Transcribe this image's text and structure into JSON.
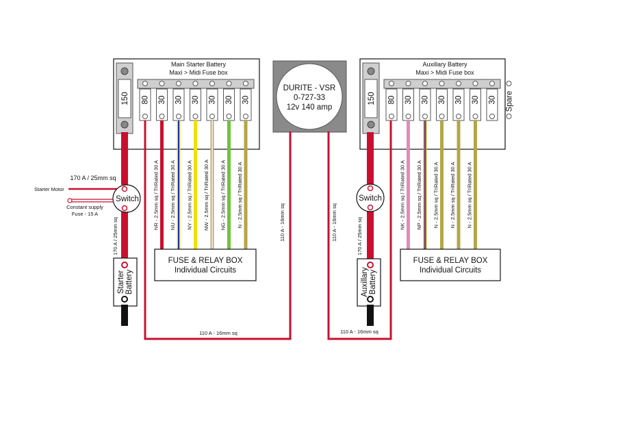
{
  "main_box": {
    "title_line1": "Main Starter Battery",
    "title_line2": "Maxi > Midi Fuse box",
    "maxi_rating": "150",
    "midi_ratings": [
      "80",
      "30",
      "30",
      "30",
      "30",
      "30",
      "30"
    ]
  },
  "aux_box": {
    "title_line1": "Auxillary Battery",
    "title_line2": "Maxi > Midi Fuse box",
    "maxi_rating": "150",
    "midi_ratings": [
      "80",
      "30",
      "30",
      "30",
      "30",
      "30",
      "30"
    ],
    "spare_label": "Spare"
  },
  "vsr": {
    "line1": "DURITE - VSR",
    "line2": "0-727-33",
    "line3": "12v 140 amp"
  },
  "main_circuits": [
    {
      "label": "NR - 2.5mm sq / TriRated  30 A",
      "color": "#c8102e",
      "stripe": "#c8102e"
    },
    {
      "label": "NU - 2.5mm sq / TriRated  30 A",
      "color": "#f0e100",
      "stripe": "#1a2fb5"
    },
    {
      "label": "NY - 2.5mm sq / TriRated  30 A",
      "color": "#f0e100",
      "stripe": "#f0e100"
    },
    {
      "label": "NW - 2.5mm sq / TriRated  30 A",
      "color": "#b9a878",
      "stripe": "#e9e3cf"
    },
    {
      "label": "NG - 2.5mm sq / TriRated  30 A",
      "color": "#72c13c",
      "stripe": "#72c13c"
    },
    {
      "label": "N - 2.5mm sq / TriRated  30 A",
      "color": "#b5a547",
      "stripe": "#b5a547"
    }
  ],
  "aux_circuits": [
    {
      "label": "NK - 2.5mm sq / TriRated  30 A",
      "color": "#e28ac0",
      "stripe": "#e28ac0"
    },
    {
      "label": "NP - 2.5mm sq / TriRated  30 A",
      "color": "#b5a547",
      "stripe": "#7d2f6e"
    },
    {
      "label": "N - 2.5mm sq / TriRated  30 A",
      "color": "#b5a547",
      "stripe": "#b5a547"
    },
    {
      "label": "N - 2.5mm sq / TriRated  30 A",
      "color": "#b5a547",
      "stripe": "#b5a547"
    },
    {
      "label": "N - 2.5mm sq / TriRated  30 A",
      "color": "#b5a547",
      "stripe": "#b5a547"
    }
  ],
  "main_relay_box": {
    "line1": "FUSE & RELAY BOX",
    "line2": "Individual Circuits"
  },
  "aux_relay_box": {
    "line1": "FUSE & RELAY BOX",
    "line2": "Individual Circuits"
  },
  "main_battery_label": {
    "line1": "Starter",
    "line2": "Battery"
  },
  "aux_battery_label": {
    "line1": "Auxillary",
    "line2": "Battery"
  },
  "switch_label": "Switch",
  "labels": {
    "main_top_cable": "170 A / 25mm sq",
    "starter_motor": "Starter Motor",
    "constant_supply_1": "Constant supply",
    "constant_supply_2": "Fuse - 15 A",
    "main_lower_cable": "170 A / 25mm sq",
    "aux_lower_cable": "170 A / 25mm sq",
    "vsr_left_cable": "110 A - 16mm sq",
    "vsr_right_cable": "110 A - 16mm sq",
    "bottom_left_cable": "110 A - 16mm sq",
    "bottom_right_cable": "110 A - 16mm sq"
  },
  "colors": {
    "power_red": "#c8102e",
    "vsr_grey": "#8a8a8a",
    "fuse_grey": "#cfcfcf",
    "battery_black": "#111111"
  }
}
